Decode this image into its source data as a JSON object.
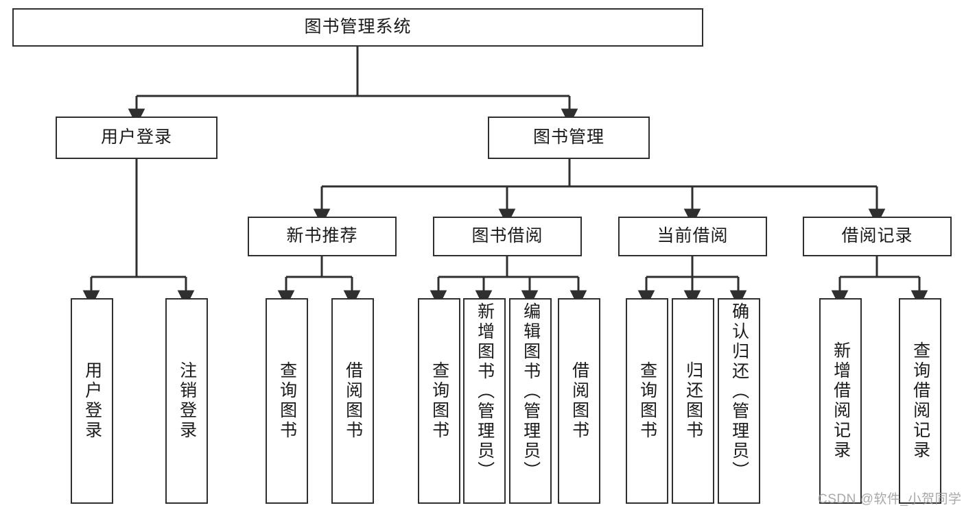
{
  "diagram": {
    "type": "tree",
    "title": "图书管理系统",
    "orientation": "top-down",
    "colors": {
      "box_border": "#2f2f2f",
      "box_fill": "#ffffff",
      "connector": "#2f2f2f",
      "text": "#1a1a1a",
      "watermark": "#9a9a9a"
    },
    "root": {
      "label": "图书管理系统"
    },
    "level1": [
      {
        "label": "用户登录"
      },
      {
        "label": "图书管理"
      }
    ],
    "level2": [
      {
        "label": "新书推荐"
      },
      {
        "label": "图书借阅"
      },
      {
        "label": "当前借阅"
      },
      {
        "label": "借阅记录"
      }
    ],
    "leaves": {
      "user_login": [
        {
          "label": "用户登录"
        },
        {
          "label": "注销登录"
        }
      ],
      "new_book_recommend": [
        {
          "label": "查询图书"
        },
        {
          "label": "借阅图书"
        }
      ],
      "book_borrow": [
        {
          "label": "查询图书"
        },
        {
          "label": "新增图书（管理员）"
        },
        {
          "label": "编辑图书（管理员）"
        },
        {
          "label": "借阅图书"
        }
      ],
      "current_borrow": [
        {
          "label": "查询图书"
        },
        {
          "label": "归还图书"
        },
        {
          "label": "确认归还（管理员）"
        }
      ],
      "borrow_record": [
        {
          "label": "新增借阅记录"
        },
        {
          "label": "查询借阅记录"
        }
      ]
    }
  },
  "watermark": {
    "text": "CSDN @软件_小贺同学"
  }
}
